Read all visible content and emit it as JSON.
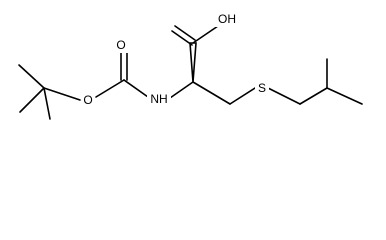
{
  "molecule": {
    "atoms": {
      "oh": "OH",
      "carbonyl_oxygen_carbamate": "O",
      "ester_oxygen": "O",
      "nitrogen": "NH",
      "sulfur": "S"
    }
  }
}
